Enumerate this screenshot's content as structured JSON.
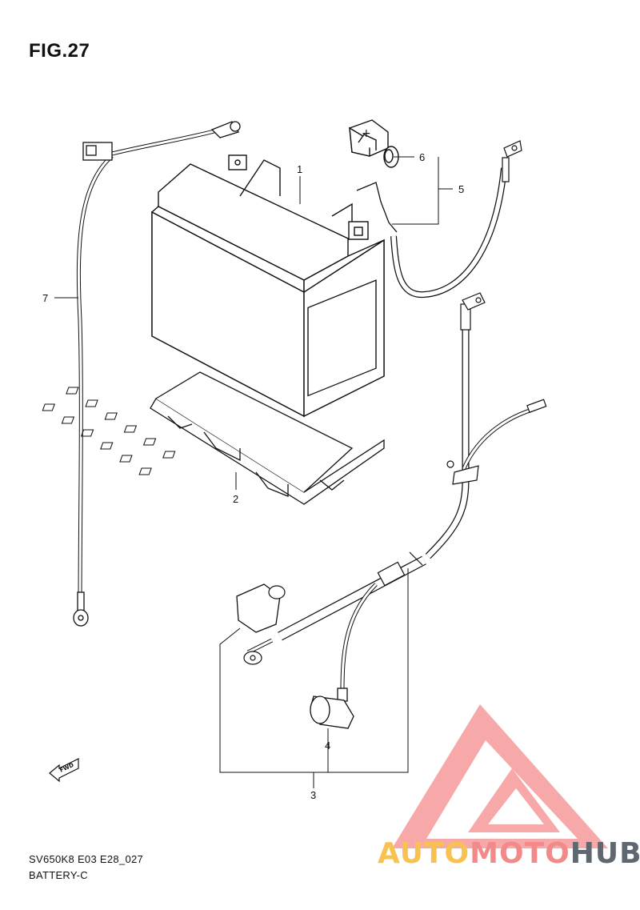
{
  "figure": {
    "title": "FIG.27"
  },
  "callouts": [
    "1",
    "2",
    "3",
    "4",
    "5",
    "6",
    "7"
  ],
  "fwd_label": "FWD",
  "plus_sign": "+",
  "footer": {
    "model_code": "SV650K8 E03 E28_027",
    "section": "BATTERY-C"
  },
  "watermark": {
    "part1": "AUTO",
    "part2": "MOTO",
    "part3": "HUB",
    "colors": {
      "yellow": "#f7c24f",
      "pink": "#f28a8a",
      "gray": "#5f6770"
    }
  }
}
